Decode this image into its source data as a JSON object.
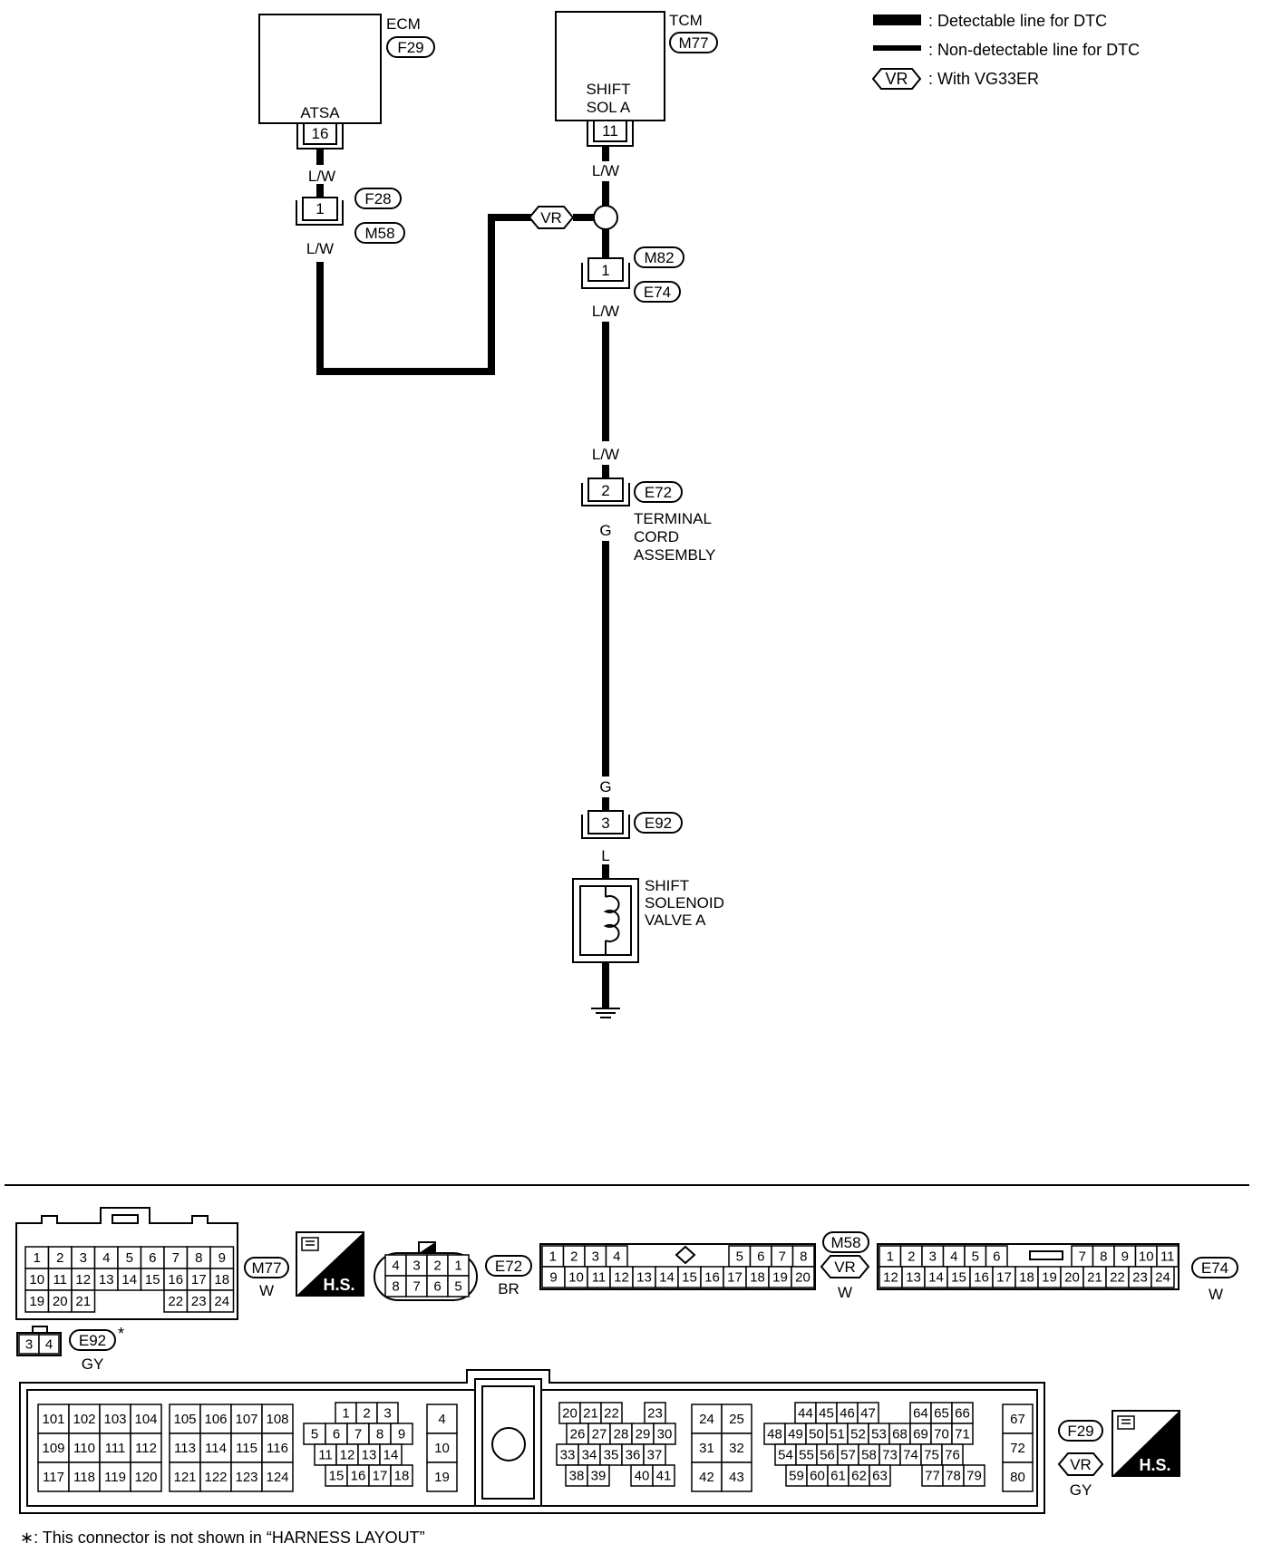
{
  "legend": {
    "detectable": ": Detectable line for DTC",
    "non_detectable": ": Non-detectable line for DTC",
    "vr_tag": "VR",
    "vr_desc": ": With VG33ER"
  },
  "ecm": {
    "title": "ECM",
    "connector": "F29",
    "terminal_name": "ATSA",
    "pin": "16"
  },
  "tcm": {
    "title": "TCM",
    "connector": "M77",
    "terminal_name_1": "SHIFT",
    "terminal_name_2": "SOL A",
    "pin": "11"
  },
  "wires": {
    "ecm_out": "L/W",
    "f28_m58_out": "L/W",
    "tcm_out": "L/W",
    "m82_e74_out": "L/W",
    "e72_in": "L/W",
    "e72_out": "G",
    "e92_in": "G",
    "e92_out": "L"
  },
  "junction_connectors": {
    "f28_m58": {
      "top": "F28",
      "bottom": "M58",
      "pin": "1"
    },
    "m82_e74": {
      "top": "M82",
      "bottom": "E74",
      "pin": "1"
    },
    "e72": {
      "name": "E72",
      "pin": "2",
      "label_1": "TERMINAL",
      "label_2": "CORD",
      "label_3": "ASSEMBLY"
    },
    "e92": {
      "name": "E92",
      "pin": "3"
    }
  },
  "vr_branch": "VR",
  "solenoid": {
    "label_1": "SHIFT",
    "label_2": "SOLENOID",
    "label_3": "VALVE A"
  },
  "connector_views": {
    "m77": {
      "name": "M77",
      "color": "W"
    },
    "hs_label": "H.S.",
    "e72": {
      "name": "E72",
      "color": "BR",
      "top_pins": [
        "4",
        "3",
        "2",
        "1"
      ],
      "bottom_pins": [
        "8",
        "7",
        "6",
        "5"
      ]
    },
    "m58": {
      "name": "M58",
      "vr": "VR",
      "color": "W",
      "top_pins": [
        "1",
        "2",
        "3",
        "4",
        "5",
        "6",
        "7",
        "8"
      ],
      "bottom_pins": [
        "9",
        "10",
        "11",
        "12",
        "13",
        "14",
        "15",
        "16",
        "17",
        "18",
        "19",
        "20"
      ]
    },
    "e74": {
      "name": "E74",
      "color": "W",
      "top_pins": [
        "1",
        "2",
        "3",
        "4",
        "5",
        "6",
        "7",
        "8",
        "9",
        "10",
        "11"
      ],
      "bottom_pins": [
        "12",
        "13",
        "14",
        "15",
        "16",
        "17",
        "18",
        "19",
        "20",
        "21",
        "22",
        "23",
        "24"
      ]
    },
    "e92": {
      "name": "E92",
      "star": "*",
      "color": "GY",
      "pins": [
        "3",
        "4"
      ]
    },
    "m77_pins": {
      "row1": [
        "1",
        "2",
        "3",
        "4",
        "5",
        "6",
        "7",
        "8",
        "9"
      ],
      "row2": [
        "10",
        "11",
        "12",
        "13",
        "14",
        "15",
        "16",
        "17",
        "18"
      ],
      "row3a": [
        "19",
        "20",
        "21"
      ],
      "row3b": [
        "22",
        "23",
        "24"
      ]
    },
    "f29": {
      "name": "F29",
      "vr": "VR",
      "color": "GY",
      "blockA": [
        [
          "101",
          "102",
          "103",
          "104"
        ],
        [
          "109",
          "110",
          "111",
          "112"
        ],
        [
          "117",
          "118",
          "119",
          "120"
        ]
      ],
      "blockB": [
        [
          "105",
          "106",
          "107",
          "108"
        ],
        [
          "113",
          "114",
          "115",
          "116"
        ],
        [
          "121",
          "122",
          "123",
          "124"
        ]
      ],
      "blockC": [
        [
          "1",
          "2",
          "3"
        ],
        [
          "5",
          "6",
          "7",
          "8",
          "9"
        ],
        [
          "11",
          "12",
          "13",
          "14"
        ],
        [
          "15",
          "16",
          "17",
          "18"
        ]
      ],
      "blockD": [
        "4",
        "10",
        "19"
      ],
      "blockE": [
        [
          "20",
          "21",
          "22",
          "23"
        ],
        [
          "26",
          "27",
          "28",
          "29",
          "30"
        ],
        [
          "33",
          "34",
          "35",
          "36",
          "37"
        ],
        [
          "38",
          "39",
          "40",
          "41"
        ]
      ],
      "blockF": [
        [
          "24",
          "25"
        ],
        [
          "31",
          "32"
        ],
        [
          "42",
          "43"
        ]
      ],
      "blockG": [
        [
          "44",
          "45",
          "46",
          "47",
          "64",
          "65",
          "66"
        ],
        [
          "48",
          "49",
          "50",
          "51",
          "52",
          "53",
          "68",
          "69",
          "70",
          "71"
        ],
        [
          "54",
          "55",
          "56",
          "57",
          "58",
          "73",
          "74",
          "75",
          "76"
        ],
        [
          "59",
          "60",
          "61",
          "62",
          "63",
          "77",
          "78",
          "79"
        ]
      ],
      "blockH": [
        "67",
        "72",
        "80"
      ]
    }
  },
  "footnote": "∗: This connector is not shown in “HARNESS LAYOUT”"
}
